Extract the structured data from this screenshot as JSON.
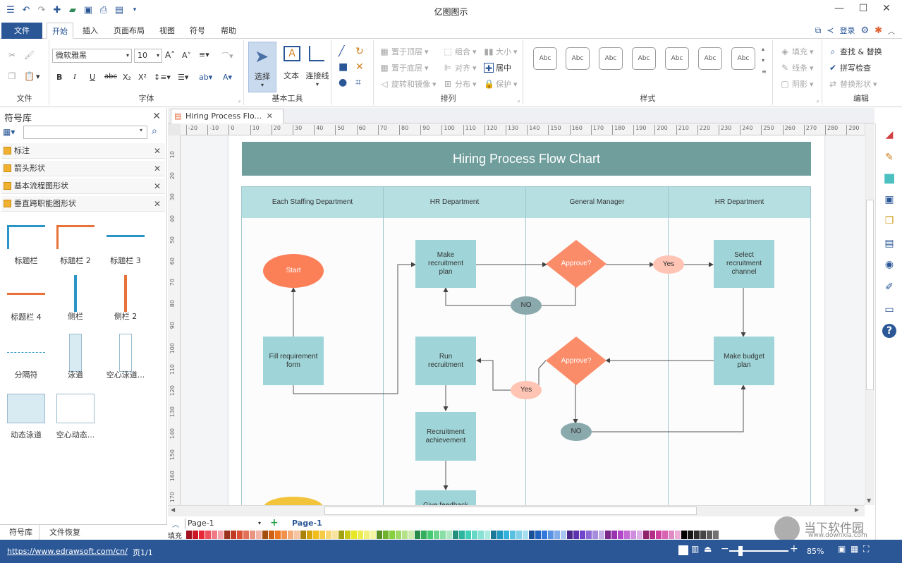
{
  "title_bar": {
    "app_title": "亿图图示",
    "minimize": "—",
    "maximize": "☐",
    "close": "✕"
  },
  "menu": {
    "file": "文件",
    "tabs": [
      {
        "label": "开始",
        "active": true
      },
      {
        "label": "插入",
        "active": false
      },
      {
        "label": "页面布局",
        "active": false
      },
      {
        "label": "视图",
        "active": false
      },
      {
        "label": "符号",
        "active": false
      },
      {
        "label": "帮助",
        "active": false
      }
    ],
    "login": "登录"
  },
  "ribbon": {
    "file_group": "文件",
    "font": {
      "name": "微软雅黑",
      "size": "10",
      "group_label": "字体",
      "buttons": [
        "B",
        "I",
        "U",
        "abc",
        "X₂",
        "X²"
      ]
    },
    "tools": {
      "select": "选择",
      "text": "文本",
      "connector": "连接线",
      "group_label": "基本工具"
    },
    "arrange": {
      "bring_front": "置于顶层",
      "send_back": "置于底层",
      "rotate": "旋转和镜像",
      "group": "组合",
      "align": "对齐",
      "distribute": "分布",
      "size": "大小",
      "center": "居中",
      "protect": "保护",
      "group_label": "排列"
    },
    "styles": {
      "sample_text": "Abc",
      "count": 7,
      "group_label": "样式"
    },
    "format": {
      "fill": "填充",
      "line": "线条",
      "shadow": "阴影"
    },
    "edit": {
      "find_replace": "查找 & 替换",
      "spell_check": "拼写检查",
      "replace_shape": "替换形状",
      "group_label": "编辑"
    }
  },
  "library": {
    "title": "符号库",
    "search_placeholder": "",
    "categories": [
      "标注",
      "箭头形状",
      "基本流程图形状",
      "垂直跨职能图形状"
    ],
    "shapes": [
      "标题栏",
      "标题栏 2",
      "标题栏 3",
      "标题栏 4",
      "侧栏",
      "侧栏 2",
      "分隔符",
      "泳道",
      "空心泳道...",
      "动态泳道",
      "空心动态..."
    ],
    "bottom_tabs": [
      "符号库",
      "文件恢复"
    ]
  },
  "document": {
    "tab_title": "Hiring Process Flo...",
    "ruler_h": [
      "-20",
      "-10",
      "0",
      "10",
      "20",
      "30",
      "40",
      "50",
      "60",
      "70",
      "80",
      "90",
      "100",
      "110",
      "120",
      "130",
      "140",
      "150",
      "160",
      "170",
      "180",
      "190",
      "200",
      "210",
      "220",
      "230",
      "240",
      "250",
      "260",
      "270",
      "280",
      "290"
    ],
    "ruler_v": [
      "10",
      "20",
      "30",
      "40",
      "50",
      "60",
      "70",
      "80",
      "90",
      "100",
      "110",
      "120",
      "130",
      "140",
      "150",
      "160",
      "170"
    ]
  },
  "flowchart": {
    "title": "Hiring Process Flow Chart",
    "lanes": [
      "Each Staffing Department",
      "HR Department",
      "General Manager",
      "HR Department"
    ],
    "nodes": {
      "start": "Start",
      "fill_form": "Fill requirement form",
      "make_plan": "Make recruitment plan",
      "run_recruitment": "Run recruitment",
      "achievement": "Recruitment achievement",
      "feedback": "Give feedback",
      "approve1": "Approve?",
      "approve2": "Approve?",
      "yes1": "Yes",
      "yes2": "Yes",
      "no1": "NO",
      "no2": "NO",
      "select_channel": "Select recruitment channel",
      "budget": "Make budget plan"
    },
    "colors": {
      "title_bar": "#6f9e9c",
      "lane_header": "#b6dfe2",
      "process": "#9fd5d8",
      "start": "#fb7f57",
      "decision": "#fb8c69",
      "yes": "#ffc4b4",
      "no": "#8aa9ad"
    }
  },
  "pages": {
    "current": "Page-1",
    "active_tab": "Page-1",
    "fill_label": "填充"
  },
  "status": {
    "url": "https://www.edrawsoft.com/cn/",
    "page_info": "页1/1",
    "zoom": "85%"
  },
  "watermark": {
    "brand": "当下软件园",
    "site": "www.downxia.com"
  }
}
